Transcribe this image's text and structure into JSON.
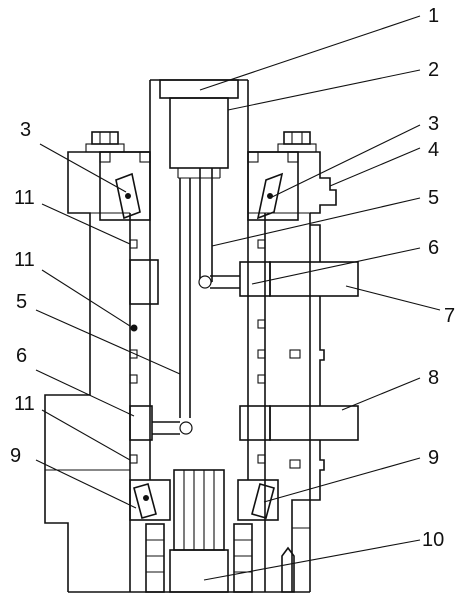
{
  "figure": {
    "labels": {
      "l1": "1",
      "l2": "2",
      "l3_left": "3",
      "l3_right": "3",
      "l4": "4",
      "l5_right": "5",
      "l5_left": "5",
      "l6_right": "6",
      "l6_left": "6",
      "l7": "7",
      "l8": "8",
      "l9_left": "9",
      "l9_right": "9",
      "l10": "10",
      "l11_a": "11",
      "l11_b": "11",
      "l11_c": "11"
    }
  }
}
